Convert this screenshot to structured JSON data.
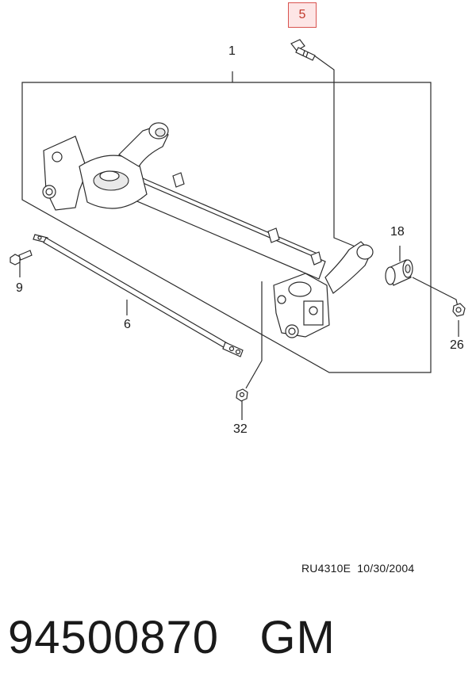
{
  "callouts": {
    "c1": "1",
    "c5": "5",
    "c6": "6",
    "c9": "9",
    "c18": "18",
    "c26": "26",
    "c32": "32"
  },
  "reference": {
    "code": "RU4310E",
    "date": "10/30/2004"
  },
  "part": {
    "number": "94500870",
    "brand": "GM"
  },
  "colors": {
    "highlight_border": "#d9534f",
    "highlight_fill": "#fde6e6"
  }
}
